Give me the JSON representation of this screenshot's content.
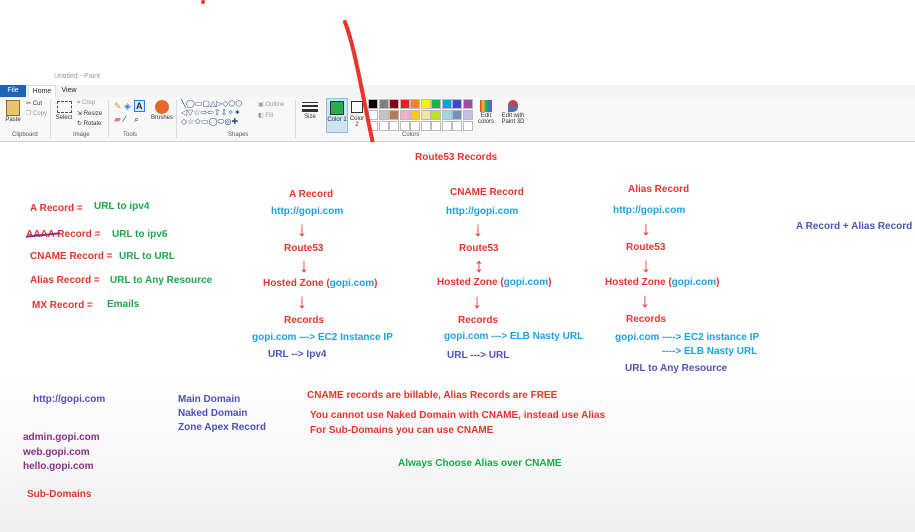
{
  "window": {
    "title": "Untitled - Paint"
  },
  "ribbon": {
    "tabs": [
      "File",
      "Home",
      "View"
    ],
    "clipboard": {
      "paste": "Paste",
      "cut": "Cut",
      "copy": "Copy",
      "group": "Clipboard"
    },
    "image": {
      "select": "Select",
      "crop": "Crop",
      "resize": "Resize",
      "rotate": "Rotate",
      "group": "Image"
    },
    "tools": {
      "group": "Tools"
    },
    "brushes": "Brushes",
    "shapes": {
      "outline": "Outline",
      "fill": "Fill",
      "group": "Shapes"
    },
    "size": "Size",
    "color1": "Color 1",
    "color2": "Color 2",
    "colors_group": "Colors",
    "edit_colors": "Edit colors",
    "edit_paint3d": "Edit with Paint 3D",
    "palette_row1": [
      "#000000",
      "#7f7f7f",
      "#880015",
      "#ed1c24",
      "#ff7f27",
      "#fff200",
      "#22b14c",
      "#00a2e8",
      "#3f48cc",
      "#a349a4"
    ],
    "palette_row2": [
      "#ffffff",
      "#c3c3c3",
      "#b97a57",
      "#ffaec9",
      "#ffc90e",
      "#efe4b0",
      "#b5e61d",
      "#99d9ea",
      "#7092be",
      "#c8bfe7"
    ],
    "color1_value": "#22b14c"
  },
  "canvas": {
    "title": "Route53 Records",
    "legend": [
      {
        "label": "A Record =",
        "value": "URL to ipv4"
      },
      {
        "label": "AAAA Record =",
        "value": "URL to ipv6"
      },
      {
        "label": "CNAME Record =",
        "value": "URL to URL"
      },
      {
        "label": "Alias Record =",
        "value": "URL to Any Resource"
      },
      {
        "label": "MX Record =",
        "value": "Emails"
      }
    ],
    "a_record": {
      "title": "A Record",
      "url": "http://gopi.com",
      "route": "Route53",
      "zone_pre": "Hosted Zone (",
      "zone_domain": "gopi.com",
      "zone_post": ")",
      "records": "Records",
      "mapping_domain": "gopi.com",
      "mapping_target": "---> EC2 Instance IP",
      "summary": "URL --> Ipv4"
    },
    "cname_record": {
      "title": "CNAME Record",
      "url": "http://gopi.com",
      "route": "Route53",
      "zone_pre": "Hosted Zone (",
      "zone_domain": "gopi.com",
      "zone_post": ")",
      "records": "Records",
      "mapping_domain": "gopi.com",
      "mapping_target": "---> ELB Nasty URL",
      "summary": "URL ---> URL"
    },
    "alias_record": {
      "title": "Alias Record",
      "url": "http://gopi.com",
      "route": "Route53",
      "zone_pre": "Hosted Zone (",
      "zone_domain": "gopi.com",
      "zone_post": ")",
      "records": "Records",
      "mapping_domain": "gopi.com",
      "mapping_target1": "----> EC2 instance IP",
      "mapping_target2": "----> ELB Nasty URL",
      "summary": "URL to Any Resource"
    },
    "side_note": "A Record + Alias Record",
    "bottom": {
      "main_url": "http://gopi.com",
      "domains": [
        "Main Domain",
        "Naked Domain",
        "Zone Apex Record"
      ],
      "subdomains": [
        "admin.gopi.com",
        "web.gopi.com",
        "hello.gopi.com"
      ],
      "subdomains_label": "Sub-Domains",
      "note1": "CNAME records are billable, Alias Records are FREE",
      "note2": "You cannot use Naked Domain with CNAME, instead use Alias",
      "note3": "For Sub-Domains you can use CNAME",
      "note4": "Always Choose Alias over CNAME"
    }
  }
}
